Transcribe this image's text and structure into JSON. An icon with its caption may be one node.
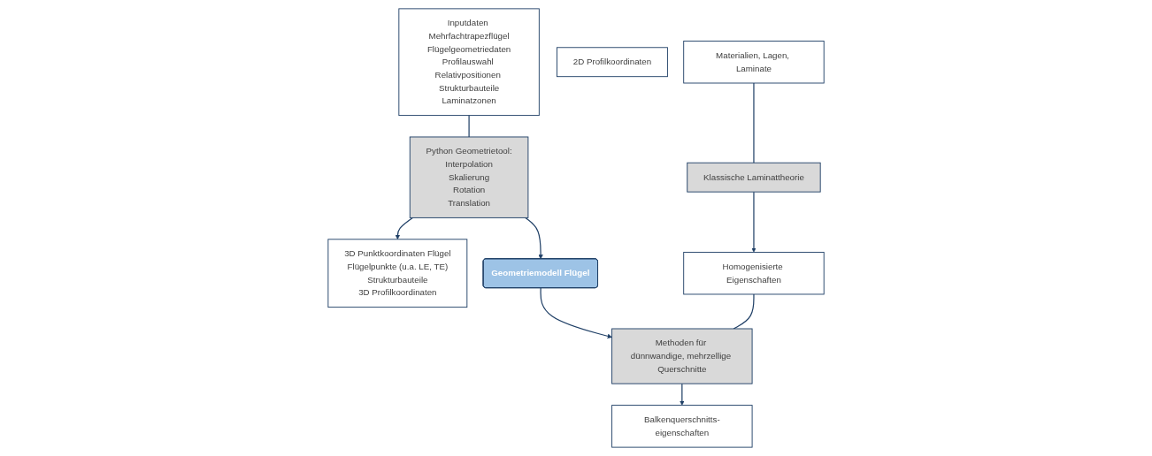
{
  "diagram": {
    "nodes": [
      {
        "text": [
          "Inputdaten Mehrfachtrapezflügel",
          "Flügelgeometriedaten",
          "Profilauswahl Relativpositionen Strukturbauteile",
          "Laminatzonen"
        ]
      },
      {
        "text": [
          "2D Profilkoordinaten"
        ]
      },
      {
        "text": [
          "Materialien, Lagen, Laminate"
        ]
      },
      {
        "text": [
          "Python Geometrietool:",
          "Interpolation",
          "Skalierung",
          "Rotation",
          "Translation"
        ]
      },
      {
        "text": [
          "3D Punktkoordinaten Flügel",
          "Flügelpunkte (u.a. LE, TE)",
          "Strukturbauteile",
          "3D Profilkoordinaten"
        ]
      },
      {
        "text": [
          "Geometriemodell Flügel"
        ]
      },
      {
        "text": [
          "Klassische Laminattheorie"
        ]
      },
      {
        "text": [
          "Homogenisierte Eigenschaften"
        ]
      },
      {
        "text": [
          "Methoden für dünnwandige, mehrzellige Querschnitte"
        ]
      },
      {
        "text": [
          "Balkenquerschnitts-eigenschaften"
        ]
      }
    ],
    "edges": [
      {
        "from": 0,
        "to": 3,
        "arrow": "none"
      },
      {
        "from": 3,
        "to": 4,
        "arrow": "to"
      },
      {
        "from": 3,
        "to": 5,
        "arrow": "to"
      },
      {
        "from": 2,
        "to": 6,
        "arrow": "none"
      },
      {
        "from": 6,
        "to": 7,
        "arrow": "to"
      },
      {
        "from": 5,
        "to": 8,
        "arrow": "to"
      },
      {
        "from": 7,
        "to": 8,
        "arrow": "none"
      },
      {
        "from": 8,
        "to": 9,
        "arrow": "to"
      }
    ]
  }
}
